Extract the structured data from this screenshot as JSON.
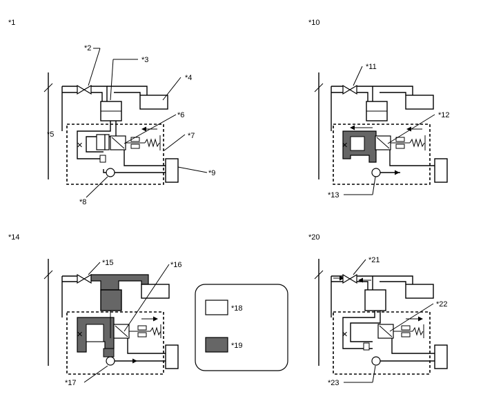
{
  "colors": {
    "line": "#000000",
    "non_pressure_area": "#ffffff",
    "pressure_area": "#666666"
  },
  "panels": [
    {
      "id": "p1",
      "panel_label": "*1",
      "callouts": [
        "*2",
        "*3",
        "*4",
        "*5",
        "*6",
        "*7",
        "*8",
        "*9"
      ]
    },
    {
      "id": "p10",
      "panel_label": "*10",
      "callouts": [
        "*11",
        "*12",
        "*13"
      ]
    },
    {
      "id": "p14",
      "panel_label": "*14",
      "callouts": [
        "*15",
        "*16",
        "*17"
      ]
    },
    {
      "id": "p20",
      "panel_label": "*20",
      "callouts": [
        "*21",
        "*22",
        "*23"
      ]
    }
  ],
  "legend": {
    "items": [
      {
        "label": "*18",
        "swatch_color": "#ffffff"
      },
      {
        "label": "*19",
        "swatch_color": "#666666"
      }
    ]
  }
}
